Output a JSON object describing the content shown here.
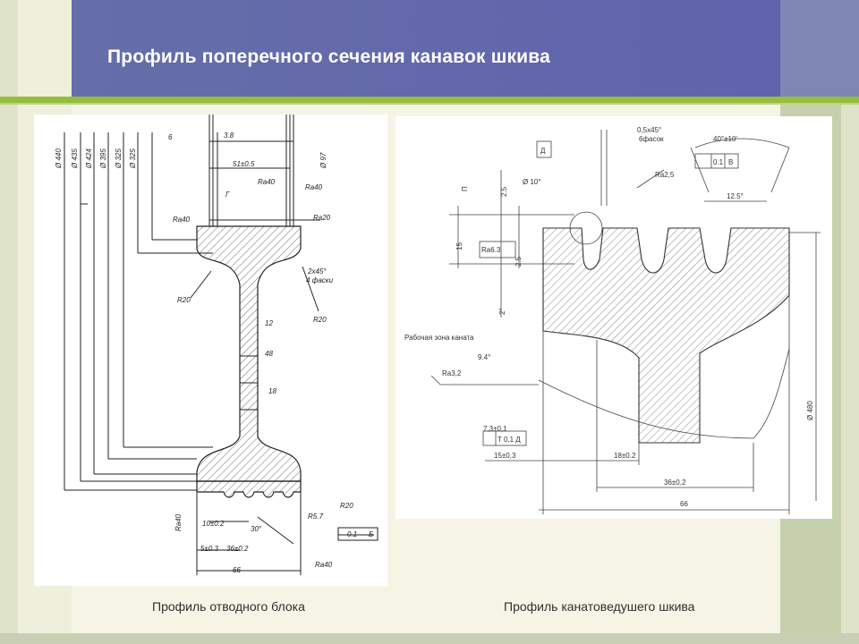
{
  "slide": {
    "title": "Профиль поперечного сечения канавок шкива",
    "caption_left": "Профиль отводного блока",
    "caption_right": "Профиль канатоведушего шкива"
  },
  "colors": {
    "header": "#6566ab",
    "accent_bar": "#93bf3c",
    "background": "#f3f1e0"
  },
  "drawing_left": {
    "diameters": [
      "Ø 440",
      "Ø 435",
      "Ø 424",
      "Ø 395",
      "Ø 325",
      "Ø 325",
      "Ø 97"
    ],
    "dims": [
      "6",
      "51±0.5",
      "12",
      "48",
      "18",
      "10±0.2",
      "5±0.3",
      "36±0.2",
      "66",
      "2х45°",
      "4 фаски"
    ],
    "radii": [
      "R20",
      "R20",
      "R5.7",
      "R20"
    ],
    "finish": [
      "Ra40",
      "Ra40",
      "Ra40",
      "Ra20",
      "Ra40",
      "Ra40"
    ],
    "misc": [
      "3.8",
      "Г",
      "30°",
      "0.1",
      "Б"
    ]
  },
  "drawing_right": {
    "labels": [
      "0,5х45°",
      "6фасок",
      "40°±10'",
      "0.1",
      "B",
      "Ra2,5",
      "12.5°",
      "Д",
      "П",
      "Ø 10°",
      "Ra6.3",
      "2.5",
      "2.5",
      "15",
      "2°",
      "Рабочая зона каната",
      "9.4°",
      "Ra3,2",
      "Ø 480",
      "7,3±0,1",
      "T 0,1 Д",
      "15±0,3",
      "18±0.2",
      "36±0,2",
      "66"
    ]
  }
}
